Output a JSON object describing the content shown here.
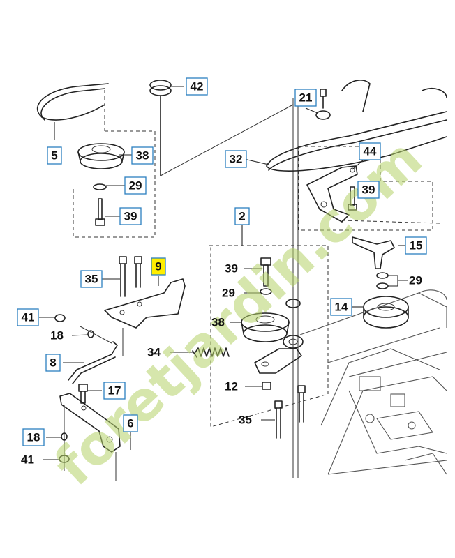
{
  "watermark": {
    "text": "foretjardin.com",
    "color": "#b5d26a",
    "accent": "#f2a12a"
  },
  "callouts": [
    {
      "id": "c42",
      "label": "42",
      "boxed": true
    },
    {
      "id": "c21",
      "label": "21",
      "boxed": true
    },
    {
      "id": "c5",
      "label": "5",
      "boxed": true
    },
    {
      "id": "c38a",
      "label": "38",
      "boxed": true
    },
    {
      "id": "c32",
      "label": "32",
      "boxed": true
    },
    {
      "id": "c44",
      "label": "44",
      "boxed": true
    },
    {
      "id": "c29a",
      "label": "29",
      "boxed": true
    },
    {
      "id": "c39a",
      "label": "39",
      "boxed": true
    },
    {
      "id": "c39b",
      "label": "39",
      "boxed": true
    },
    {
      "id": "c2",
      "label": "2",
      "boxed": true
    },
    {
      "id": "c15",
      "label": "15",
      "boxed": true
    },
    {
      "id": "c9",
      "label": "9",
      "boxed": true,
      "highlight": true
    },
    {
      "id": "c35a",
      "label": "35",
      "boxed": true
    },
    {
      "id": "c39c",
      "label": "39",
      "boxed": false
    },
    {
      "id": "c29b",
      "label": "29",
      "boxed": false
    },
    {
      "id": "c29c",
      "label": "29",
      "boxed": false
    },
    {
      "id": "c41a",
      "label": "41",
      "boxed": true
    },
    {
      "id": "c14",
      "label": "14",
      "boxed": true
    },
    {
      "id": "c38b",
      "label": "38",
      "boxed": false
    },
    {
      "id": "c18a",
      "label": "18",
      "boxed": false
    },
    {
      "id": "c34",
      "label": "34",
      "boxed": false
    },
    {
      "id": "c8",
      "label": "8",
      "boxed": true
    },
    {
      "id": "c12",
      "label": "12",
      "boxed": false
    },
    {
      "id": "c17",
      "label": "17",
      "boxed": true
    },
    {
      "id": "c35b",
      "label": "35",
      "boxed": false
    },
    {
      "id": "c6",
      "label": "6",
      "boxed": true
    },
    {
      "id": "c18b",
      "label": "18",
      "boxed": true
    },
    {
      "id": "c41b",
      "label": "41",
      "boxed": false
    }
  ]
}
